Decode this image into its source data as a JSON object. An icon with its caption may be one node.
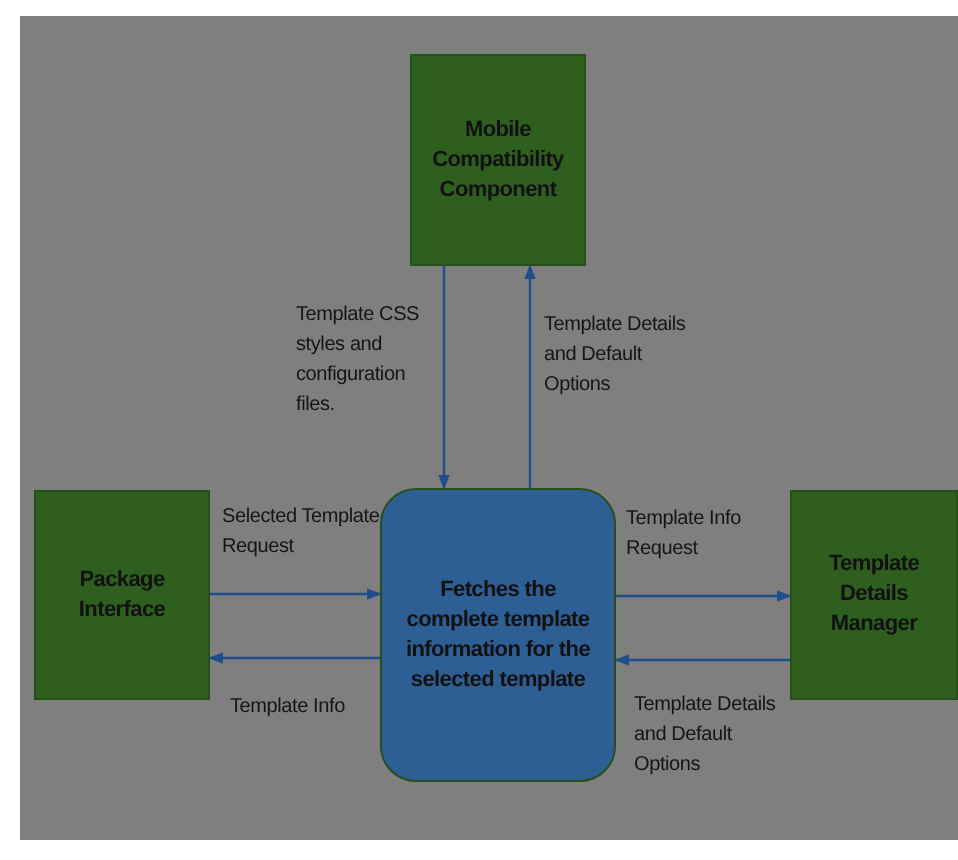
{
  "diagram": {
    "nodes": [
      {
        "text": [
          "Mobile Compatibility Component"
        ]
      },
      {
        "text": [
          "Package Interface"
        ]
      },
      {
        "text": [
          "Fetches the complete template information for the selected template"
        ]
      },
      {
        "text": [
          "Template Details Manager"
        ]
      }
    ],
    "edges": [
      {
        "from": 0,
        "to": 2,
        "arrow": "to",
        "label": "Template CSS styles and configuration files."
      },
      {
        "from": 2,
        "to": 0,
        "arrow": "to",
        "label": "Template Details and Default Options"
      },
      {
        "from": 1,
        "to": 2,
        "arrow": "to",
        "label": "Selected Template Request"
      },
      {
        "from": 2,
        "to": 1,
        "arrow": "to",
        "label": "Template Info"
      },
      {
        "from": 2,
        "to": 3,
        "arrow": "to",
        "label": "Template Info Request"
      },
      {
        "from": 3,
        "to": 2,
        "arrow": "to",
        "label": "Template Details and Default Options"
      }
    ]
  }
}
